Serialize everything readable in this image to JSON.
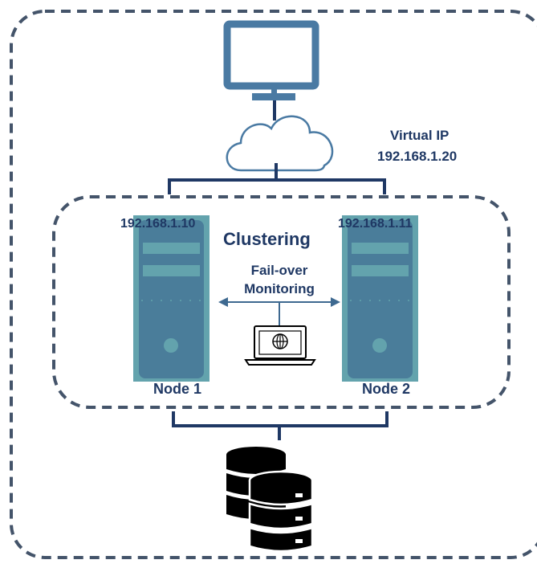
{
  "diagram": {
    "virtual_ip_label": "Virtual IP",
    "virtual_ip_address": "192.168.1.20",
    "cluster_label": "Clustering",
    "failover_label_line1": "Fail-over",
    "failover_label_line2": "Monitoring",
    "node1": {
      "ip": "192.168.1.10",
      "name": "Node 1"
    },
    "node2": {
      "ip": "192.168.1.11",
      "name": "Node 2"
    }
  },
  "colors": {
    "dashed_border": "#44546a",
    "dark_line": "#1f3864",
    "icon_blue": "#4a7aa3",
    "server_body": "#63a3ad",
    "server_panel": "#3e6990",
    "label_text": "#1f3864",
    "database": "#000000"
  },
  "icons": [
    "monitor-icon",
    "cloud-icon",
    "server-icon",
    "laptop-globe-icon",
    "database-icon"
  ]
}
